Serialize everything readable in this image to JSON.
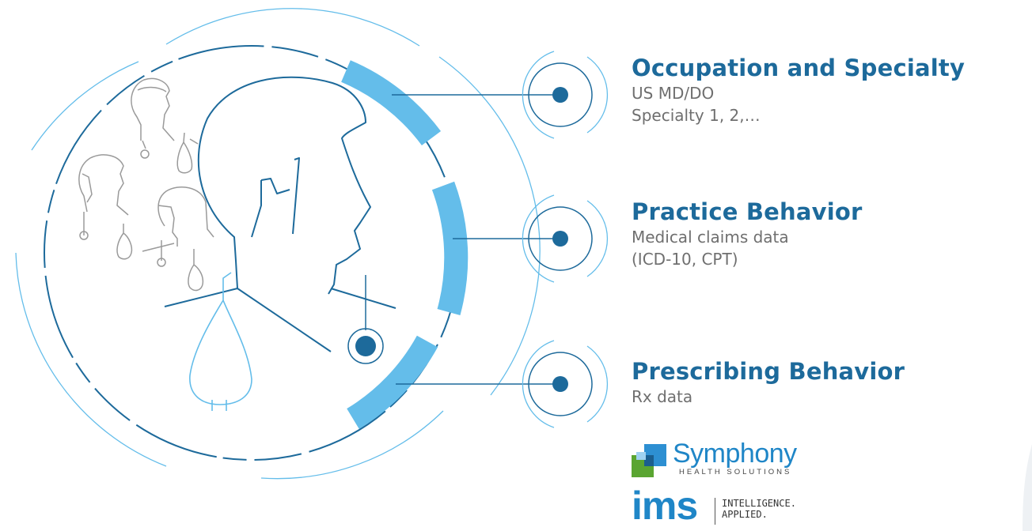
{
  "sections": [
    {
      "title": "Occupation and Specialty",
      "lines": [
        "US MD/DO",
        "Specialty 1, 2,…"
      ]
    },
    {
      "title": "Practice Behavior",
      "lines": [
        "Medical claims data",
        "(ICD-10, CPT)"
      ]
    },
    {
      "title": "Prescribing Behavior",
      "lines": [
        "Rx data"
      ]
    }
  ],
  "logos": {
    "symphony": {
      "name": "Symphony",
      "tagline": "HEALTH SOLUTIONS"
    },
    "ims": {
      "name": "ims",
      "tagline_line1": "INTELLIGENCE.",
      "tagline_line2": "APPLIED."
    }
  },
  "colors": {
    "title": "#1d6a9b",
    "body_text": "#6f6f6f",
    "accent_light_blue": "#64bdea",
    "node_dark_blue": "#1d6a9b",
    "outline_gray": "#9a9a9a",
    "logo_blue": "#1f86c7"
  }
}
